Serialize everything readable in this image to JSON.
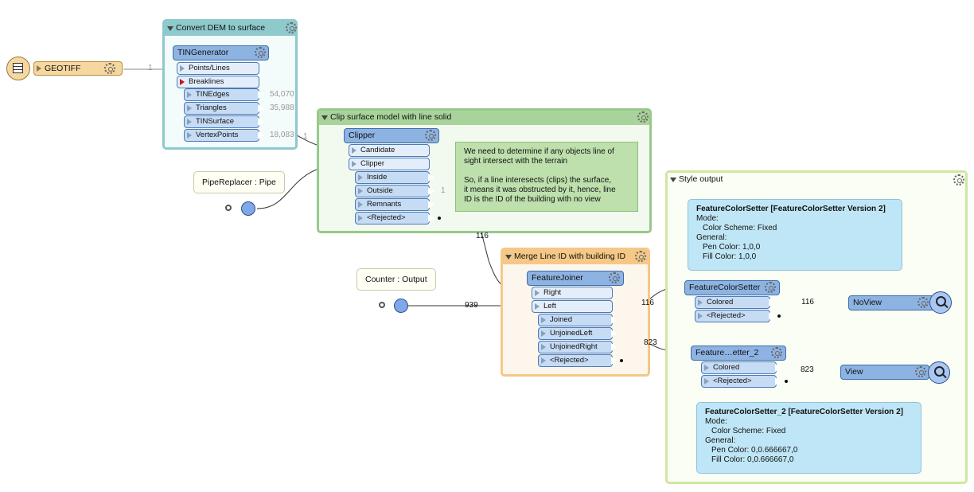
{
  "colors": {
    "bookmark_blue": "#8ec9cc",
    "bookmark_green": "#98c98a",
    "bookmark_orange": "#f5c887",
    "bookmark_lime": "#cfe7a0",
    "transformer": "#8db3e2",
    "port": "#c6dbf4",
    "note_green": "#bde0ad",
    "note_blue": "#bfe6f6",
    "reader": "#f6d7a0"
  },
  "reader": {
    "name": "GEOTIFF",
    "icon": "table-icon"
  },
  "bookmarks": {
    "dem": "Convert DEM to surface",
    "clip": "Clip surface model with line solid",
    "merge": "Merge Line ID  with building ID",
    "style": "Style output"
  },
  "tin": {
    "title": "TINGenerator",
    "inputs": [
      "Points/Lines",
      "Breaklines"
    ],
    "outputs": [
      "TINEdges",
      "Triangles",
      "TINSurface",
      "VertexPoints"
    ],
    "counts": [
      "54,070",
      "35,988",
      "18,083"
    ]
  },
  "clipper": {
    "title": "Clipper",
    "inputs": [
      "Candidate",
      "Clipper"
    ],
    "outputs": [
      "Inside",
      "Outside",
      "Remnants",
      "<Rejected>"
    ],
    "outside_count": "1"
  },
  "joiner": {
    "title": "FeatureJoiner",
    "inputs": [
      "Right",
      "Left"
    ],
    "outputs": [
      "Joined",
      "UnjoinedLeft",
      "UnjoinedRight",
      "<Rejected>"
    ]
  },
  "setter1": {
    "title": "FeatureColorSetter",
    "outputs": [
      "Colored",
      "<Rejected>"
    ]
  },
  "setter2": {
    "title": "Feature…etter_2",
    "outputs": [
      "Colored",
      "<Rejected>"
    ]
  },
  "writers": {
    "noview": "NoView",
    "view": "View"
  },
  "pipe_label": "PipeReplacer : Pipe",
  "counter_label": "Counter : Output",
  "wire_counts": {
    "reader_tin": "1",
    "tin_clip": "1",
    "inside_right": "116",
    "counter_left": "939",
    "joined_setter1": "116",
    "unjoinedleft_setter2": "823",
    "setter1_noview": "116",
    "setter2_view": "823"
  },
  "notes": {
    "clip_note": [
      "We need to determine if any objects  line of",
      "sight intersect with the terrain",
      "",
      "So, if a line interesects (clips) the surface,",
      "it means it was obstructed by it, hence, line",
      "ID is the ID of the building with no view"
    ],
    "setter1_note": [
      "FeatureColorSetter [FeatureColorSetter Version 2]",
      "Mode:",
      "   Color Scheme: Fixed",
      "General:",
      "   Pen Color: 1,0,0",
      "   Fill Color: 1,0,0"
    ],
    "setter2_note": [
      "FeatureColorSetter_2 [FeatureColorSetter Version 2]",
      "Mode:",
      "   Color Scheme: Fixed",
      "General:",
      "   Pen Color: 0,0.666667,0",
      "   Fill Color: 0,0.666667,0"
    ]
  }
}
